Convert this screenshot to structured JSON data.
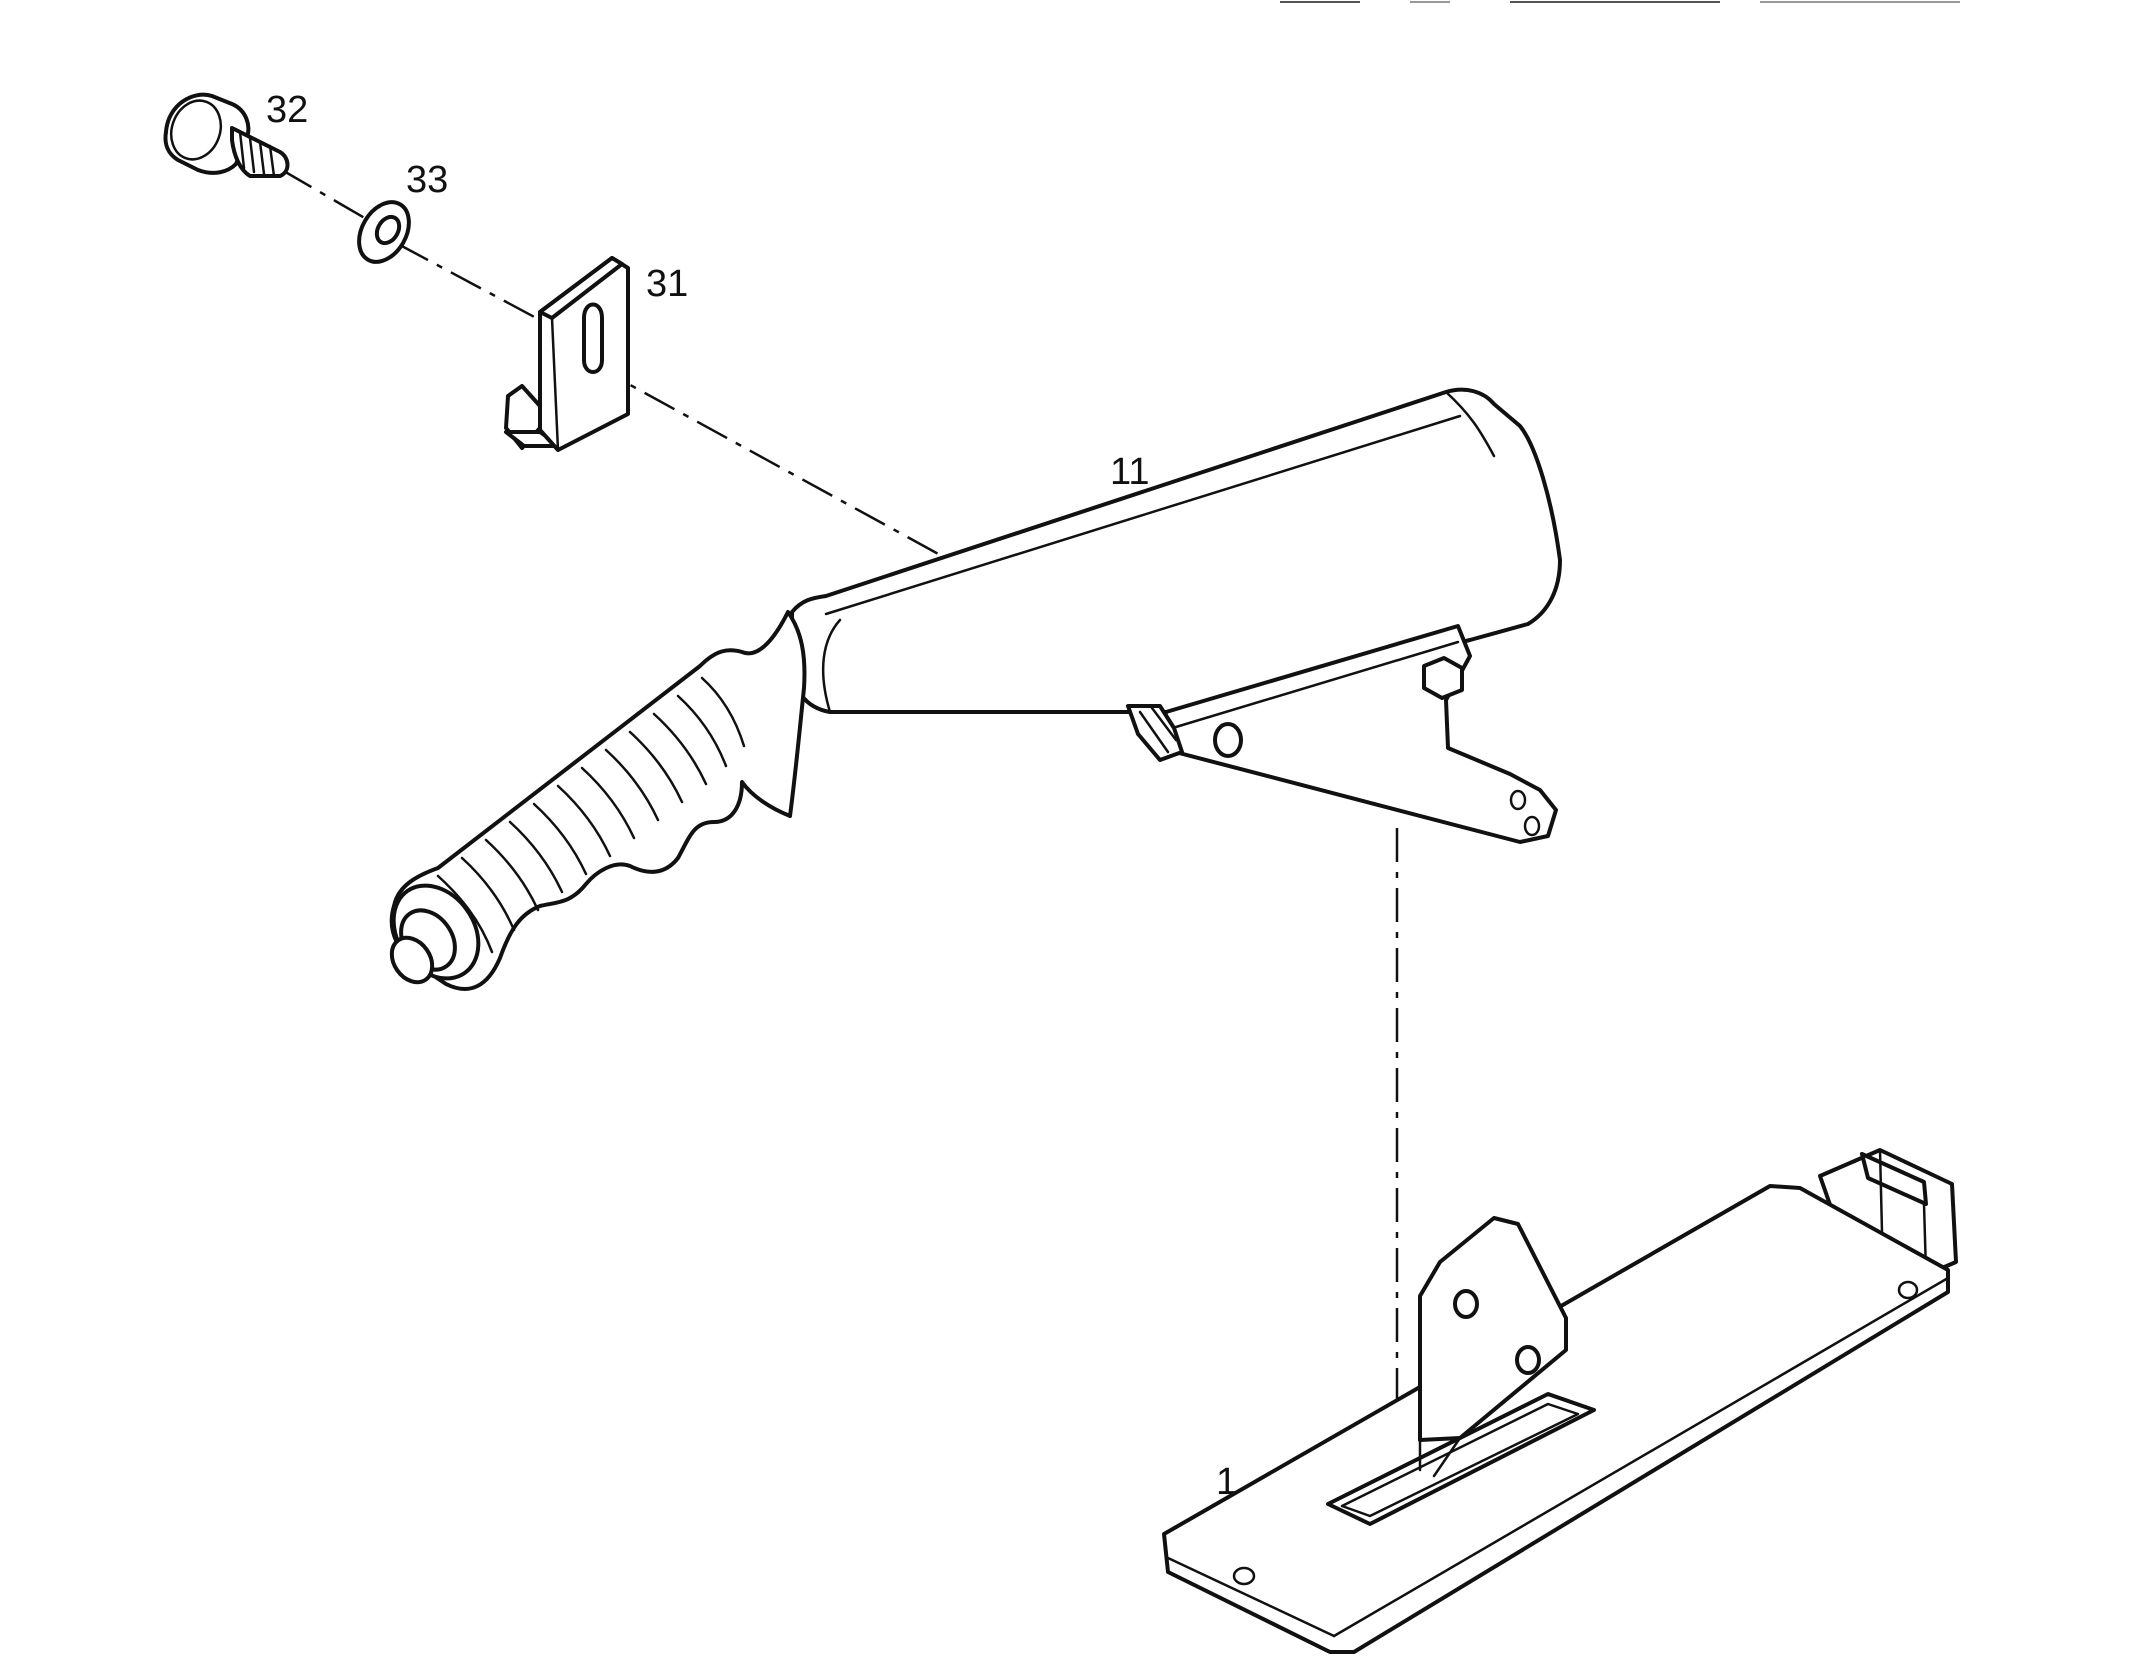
{
  "diagram": {
    "type": "exploded-parts-drawing",
    "colors": {
      "ink": "#111111",
      "background": "#ffffff"
    },
    "parts": [
      {
        "id": "part-32",
        "label": "32",
        "depicts": "shoulder-bolt"
      },
      {
        "id": "part-33",
        "label": "33",
        "depicts": "washer"
      },
      {
        "id": "part-31",
        "label": "31",
        "depicts": "slotted-angle-bracket"
      },
      {
        "id": "part-11",
        "label": "11",
        "depicts": "hand-brake-lever"
      },
      {
        "id": "part-1",
        "label": "1",
        "depicts": "base-plate"
      }
    ]
  }
}
